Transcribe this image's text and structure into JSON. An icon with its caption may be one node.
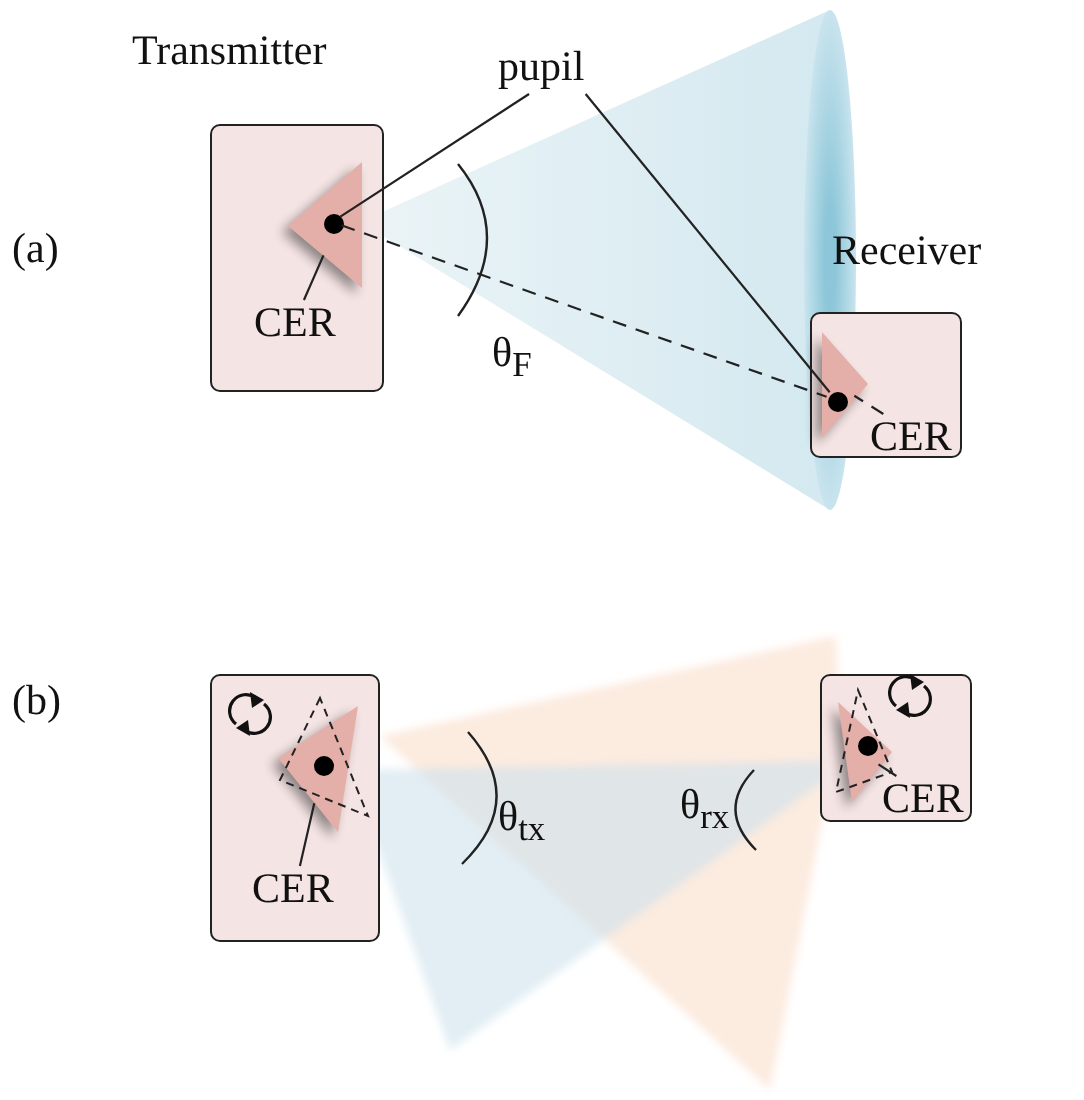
{
  "diagram": {
    "nodes": [
      {
        "text": [
          "Transmitter"
        ]
      },
      {
        "text": [],
        "shape": "triangle",
        "in": 0
      },
      {
        "text": [],
        "shape": "circle",
        "in": 1
      },
      {
        "text": [
          "CER"
        ],
        "in": 0
      },
      {
        "text": [
          "Receiver"
        ]
      },
      {
        "text": [],
        "shape": "triangle",
        "in": 4
      },
      {
        "text": [],
        "shape": "circle",
        "in": 5
      },
      {
        "text": [
          "CER"
        ],
        "in": 4
      },
      {
        "text": [
          "pupil"
        ]
      },
      {
        "text": [],
        "shape": "box"
      },
      {
        "text": [],
        "shape": "triangle",
        "in": 9
      },
      {
        "text": [],
        "shape": "circle",
        "in": 10
      },
      {
        "text": [
          "CER"
        ],
        "in": 9
      },
      {
        "text": [],
        "shape": "box"
      },
      {
        "text": [],
        "shape": "triangle",
        "in": 13
      },
      {
        "text": [],
        "shape": "circle",
        "in": 14
      },
      {
        "text": [
          "CER"
        ],
        "in": 13
      }
    ],
    "edges": [
      {
        "from": 8,
        "to": 2,
        "arrow": "none"
      },
      {
        "from": 8,
        "to": 6,
        "arrow": "none"
      },
      {
        "from": 2,
        "to": 6,
        "arrow": "none",
        "style": "dashed"
      },
      {
        "from": 3,
        "to": 1,
        "arrow": "none"
      },
      {
        "from": 7,
        "to": 5,
        "arrow": "none",
        "style": "dashed"
      },
      {
        "from": 12,
        "to": 10,
        "arrow": "none"
      },
      {
        "from": 16,
        "to": 14,
        "arrow": "none"
      }
    ],
    "labels": [
      "(a)",
      "θ$_{F}$",
      "(b)",
      "θ$_{tx}$",
      "θ$_{rx}$"
    ]
  }
}
